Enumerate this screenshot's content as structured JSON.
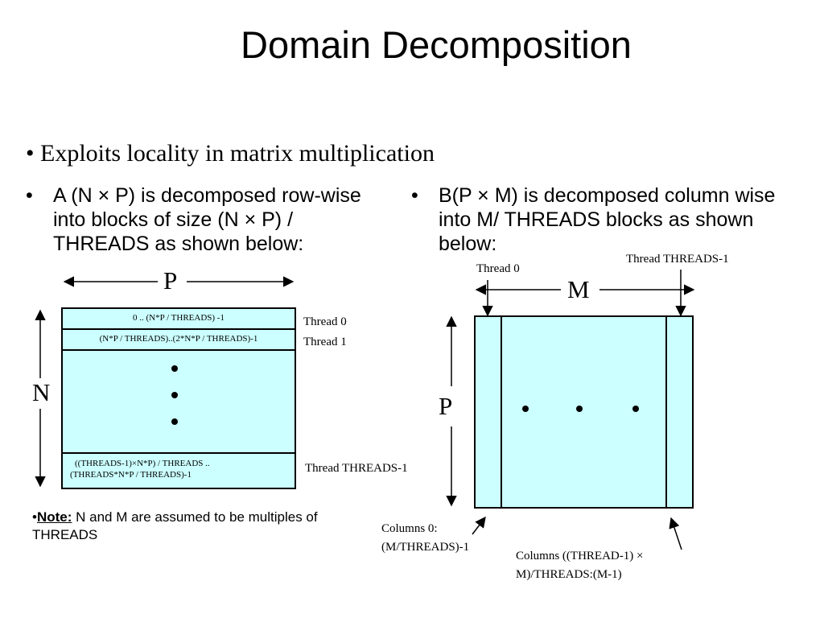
{
  "title": "Domain Decomposition",
  "main_bullet": "Exploits locality in matrix multiplication",
  "left_bullet": "A (N × P) is decomposed row-wise into blocks of size (N × P) / THREADS as shown below:",
  "right_bullet": "B(P × M) is decomposed column wise into M/ THREADS blocks as shown below:",
  "matrix_a": {
    "width_label": "P",
    "height_label": "N",
    "rows": [
      "0 .. (N*P / THREADS) -1",
      "(N*P / THREADS)..(2*N*P / THREADS)-1"
    ],
    "last_row": [
      "((THREADS-1)×N*P) / THREADS ..",
      "(THREADS*N*P / THREADS)-1"
    ],
    "thread_labels": [
      "Thread 0",
      "Thread 1",
      "Thread THREADS-1"
    ]
  },
  "matrix_b": {
    "width_label": "M",
    "height_label": "P",
    "thread_first": "Thread 0",
    "thread_last": "Thread THREADS-1",
    "columns_first": [
      "Columns 0:",
      "(M/THREADS)-1"
    ],
    "columns_last": [
      "Columns ((THREAD-1) ×",
      "M)/THREADS:(M-1)"
    ]
  },
  "note": {
    "heading": "Note:",
    "text": " N and M are assumed to be multiples of THREADS"
  },
  "colors": {
    "block_fill": "#ccffff",
    "stroke": "#000000"
  }
}
